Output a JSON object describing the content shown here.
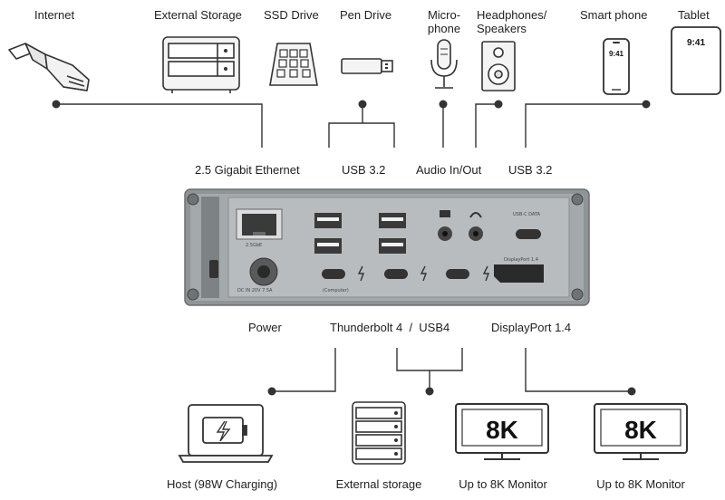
{
  "top_devices": [
    {
      "key": "internet",
      "label": "Internet"
    },
    {
      "key": "external_storage",
      "label": "External Storage"
    },
    {
      "key": "ssd",
      "label": "SSD Drive"
    },
    {
      "key": "pen",
      "label": "Pen Drive"
    },
    {
      "key": "mic",
      "label": "Micro-\nphone"
    },
    {
      "key": "headphones",
      "label": "Headphones/\nSpeakers"
    },
    {
      "key": "phone",
      "label": "Smart phone",
      "screen_time": "9:41"
    },
    {
      "key": "tablet",
      "label": "Tablet",
      "screen_time": "9:41"
    }
  ],
  "port_groups_top": [
    {
      "key": "ethernet",
      "label": "2.5 Gigabit Ethernet"
    },
    {
      "key": "usb_a",
      "label": "USB 3.2"
    },
    {
      "key": "audio",
      "label": "Audio In/Out"
    },
    {
      "key": "usb_c",
      "label": "USB 3.2"
    }
  ],
  "port_groups_bottom": [
    {
      "key": "power",
      "label": "Power"
    },
    {
      "key": "thunderbolt",
      "label": "Thunderbolt 4  /  USB4"
    },
    {
      "key": "displayport",
      "label": "DisplayPort 1.4"
    }
  ],
  "bottom_devices": [
    {
      "key": "host",
      "label": "Host (98W Charging)"
    },
    {
      "key": "ext_storage",
      "label": "External storage"
    },
    {
      "key": "monitor1",
      "label": "Up to 8K Monitor",
      "screen_text": "8K"
    },
    {
      "key": "monitor2",
      "label": "Up to 8K Monitor",
      "screen_text": "8K"
    }
  ],
  "dock": {
    "port_captions": {
      "ethernet": "2.5GbE",
      "power": "DC IN 20V 7.5A",
      "tb_host": "(Computer)",
      "usb_c": "USB-C DATA",
      "dp": "DisplayPort 1.4"
    }
  },
  "colors": {
    "line": "#333333",
    "dock_body": "#9ea3a6",
    "dock_panel": "#b7bbbe",
    "port_dark": "#3a3a3a"
  }
}
